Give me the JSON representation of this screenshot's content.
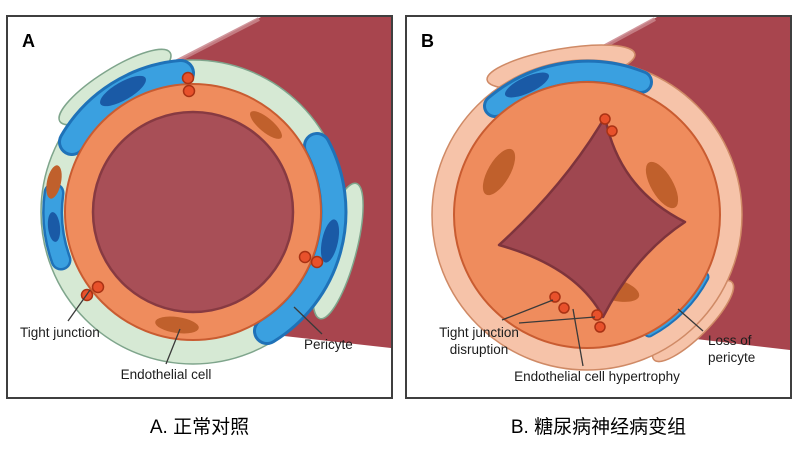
{
  "colors": {
    "vessel": "#a8454e",
    "lumen_a": "#a84f57",
    "lumen_b": "#9f4750",
    "membrane_a": "#d6e9d4",
    "membrane_b": "#f6c3a9",
    "endothelium": "#ef8c5d",
    "pericyte": "#3aa0e0",
    "pericyte_nucleus": "#1a5aa6",
    "endo_nucleus": "#c0602c",
    "junction": "#e8512b"
  },
  "panelA": {
    "letter": "A",
    "caption": "A. 正常对照",
    "labels": {
      "tight_junction": "Tight junction",
      "endothelial_cell": "Endothelial cell",
      "pericyte": "Pericyte"
    }
  },
  "panelB": {
    "letter": "B",
    "caption": "B. 糖尿病神经病变组",
    "labels": {
      "tight_junction_line1": "Tight junction",
      "tight_junction_line2": "disruption",
      "endothelial_cell": "Endothelial cell hypertrophy",
      "pericyte_line1": "Loss of",
      "pericyte_line2": "pericyte"
    }
  }
}
